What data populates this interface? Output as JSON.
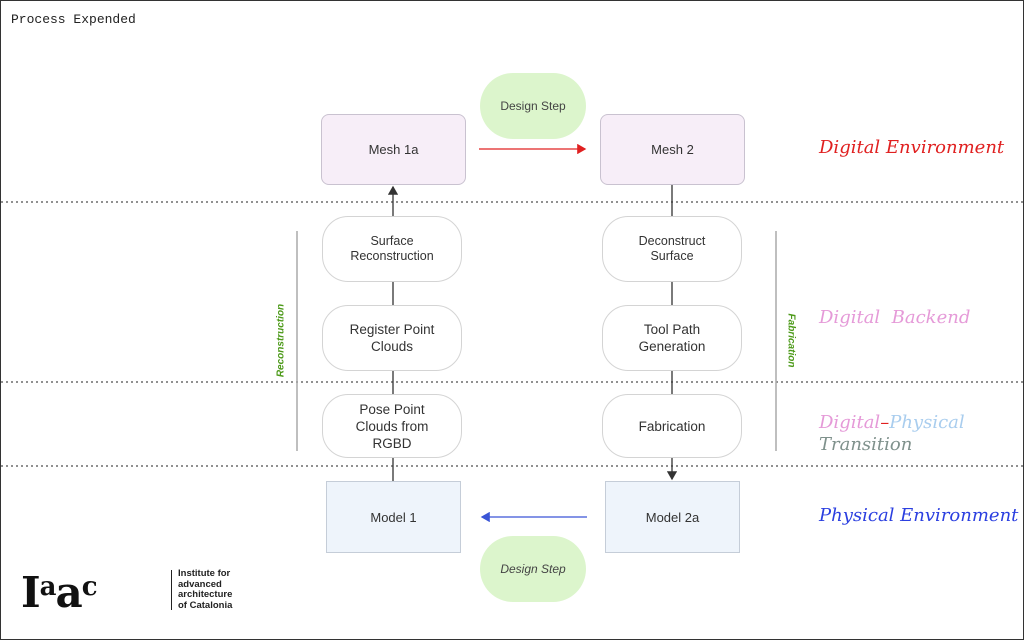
{
  "title": "Process Expended",
  "nodes": {
    "mesh_1a": "Mesh 1a",
    "mesh_2": "Mesh 2",
    "surface_reconstruction": "Surface Reconstruction",
    "deconstruct_surface": "Deconstruct Surface",
    "register_point_clouds": "Register Point Clouds",
    "tool_path_generation": "Tool Path Generation",
    "pose_point_clouds": "Pose Point Clouds from RGBD",
    "fabrication": "Fabrication",
    "model_1": "Model 1",
    "model_2a": "Model 2a",
    "design_step_top": "Design Step",
    "design_step_bottom": "Design Step"
  },
  "side_labels": {
    "reconstruction": "Reconstruction",
    "fabrication": "Fabrication"
  },
  "zones": {
    "digital_environment": "Digital Environment",
    "digital_backend": "Digital  Backend",
    "transition_digital": "Digital",
    "transition_dash": "–",
    "transition_physical": "Physical",
    "transition_word": "Transition",
    "physical_environment": "Physical Environment"
  },
  "colors": {
    "digital_environment": "#e02020",
    "digital_backend": "#e59ad8",
    "transition_physical": "#a9cdee",
    "transition_word": "#7f918c",
    "physical_environment": "#2b3fe0",
    "arrow_red": "#e02020",
    "arrow_blue": "#3a55d6",
    "side_label": "#4d9a1a"
  },
  "logo": {
    "mark": "Iaac",
    "text": "Institute for\nadvanced\narchitecture\nof Catalonia"
  }
}
